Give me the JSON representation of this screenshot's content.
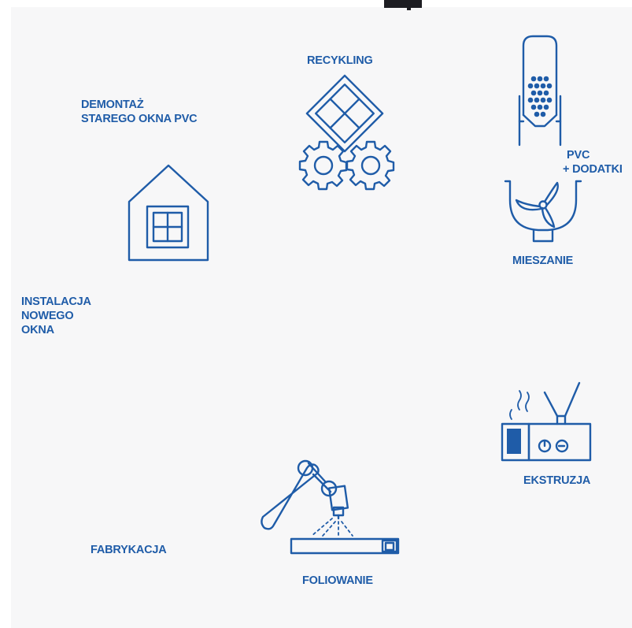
{
  "labels": {
    "demontaz": [
      "DEMONTAŻ",
      "STAREGO OKNA PVC"
    ],
    "recykling": "RECYKLING",
    "pvc": [
      "PVC",
      "+ DODATKI"
    ],
    "mieszanie": "MIESZANIE",
    "instalacja": [
      "INSTALACJA",
      "NOWEGO",
      "OKNA"
    ],
    "ekstruzja": "EKSTRUZJA",
    "fabrykacja": "FABRYKACJA",
    "foliowanie": "FOLIOWANIE"
  },
  "icons": {
    "house": "house-with-window-icon",
    "recycling": "window-and-gears-icon",
    "silo": "pvc-silo-icon",
    "mixer": "mixer-tank-icon",
    "extruder": "extruder-machine-icon",
    "spray": "robotic-spray-arm-icon"
  },
  "colors": {
    "accent": "#1f5ca8",
    "panel": "#f7f7f8"
  }
}
